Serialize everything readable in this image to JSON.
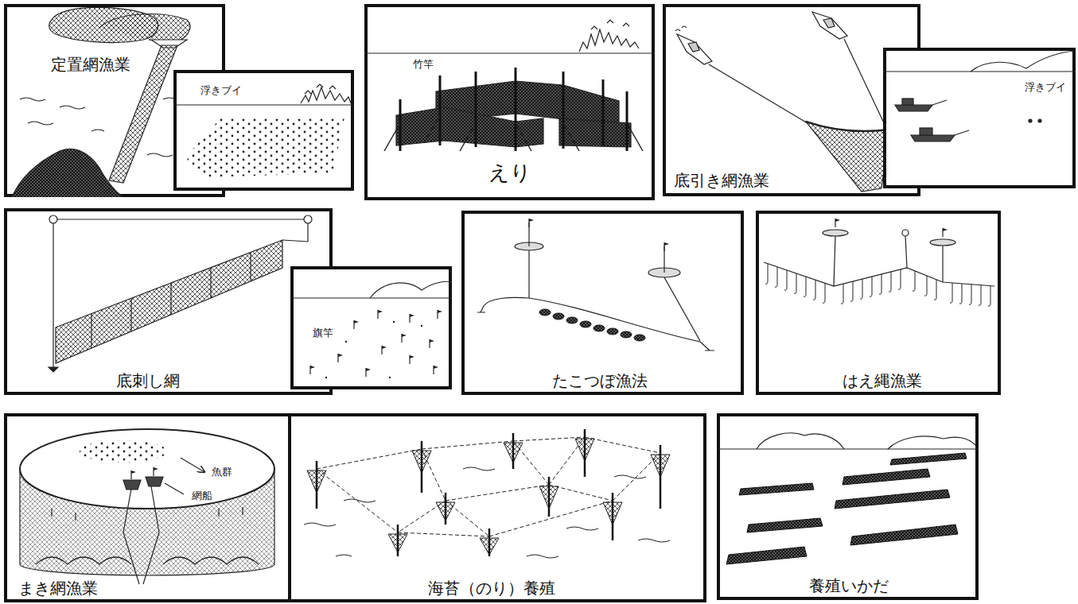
{
  "diagram": {
    "nodes": [
      {
        "text": [
          "定置網漁業"
        ]
      },
      {
        "text": [
          "浮きブイ"
        ]
      },
      {
        "text": [
          "竹竿",
          "えり"
        ]
      },
      {
        "text": [
          "底引き網漁業"
        ]
      },
      {
        "text": [
          "浮きブイ"
        ]
      },
      {
        "text": [
          "底刺し網"
        ]
      },
      {
        "text": [
          "旗竿"
        ]
      },
      {
        "text": [
          "たこつぼ漁法"
        ]
      },
      {
        "text": [
          "はえ縄漁業"
        ]
      },
      {
        "text": [
          "魚群",
          "網船",
          "まき網漁業"
        ]
      },
      {
        "text": [
          "海苔（のり）養殖"
        ]
      },
      {
        "text": [
          "養殖いかだ"
        ]
      }
    ]
  }
}
